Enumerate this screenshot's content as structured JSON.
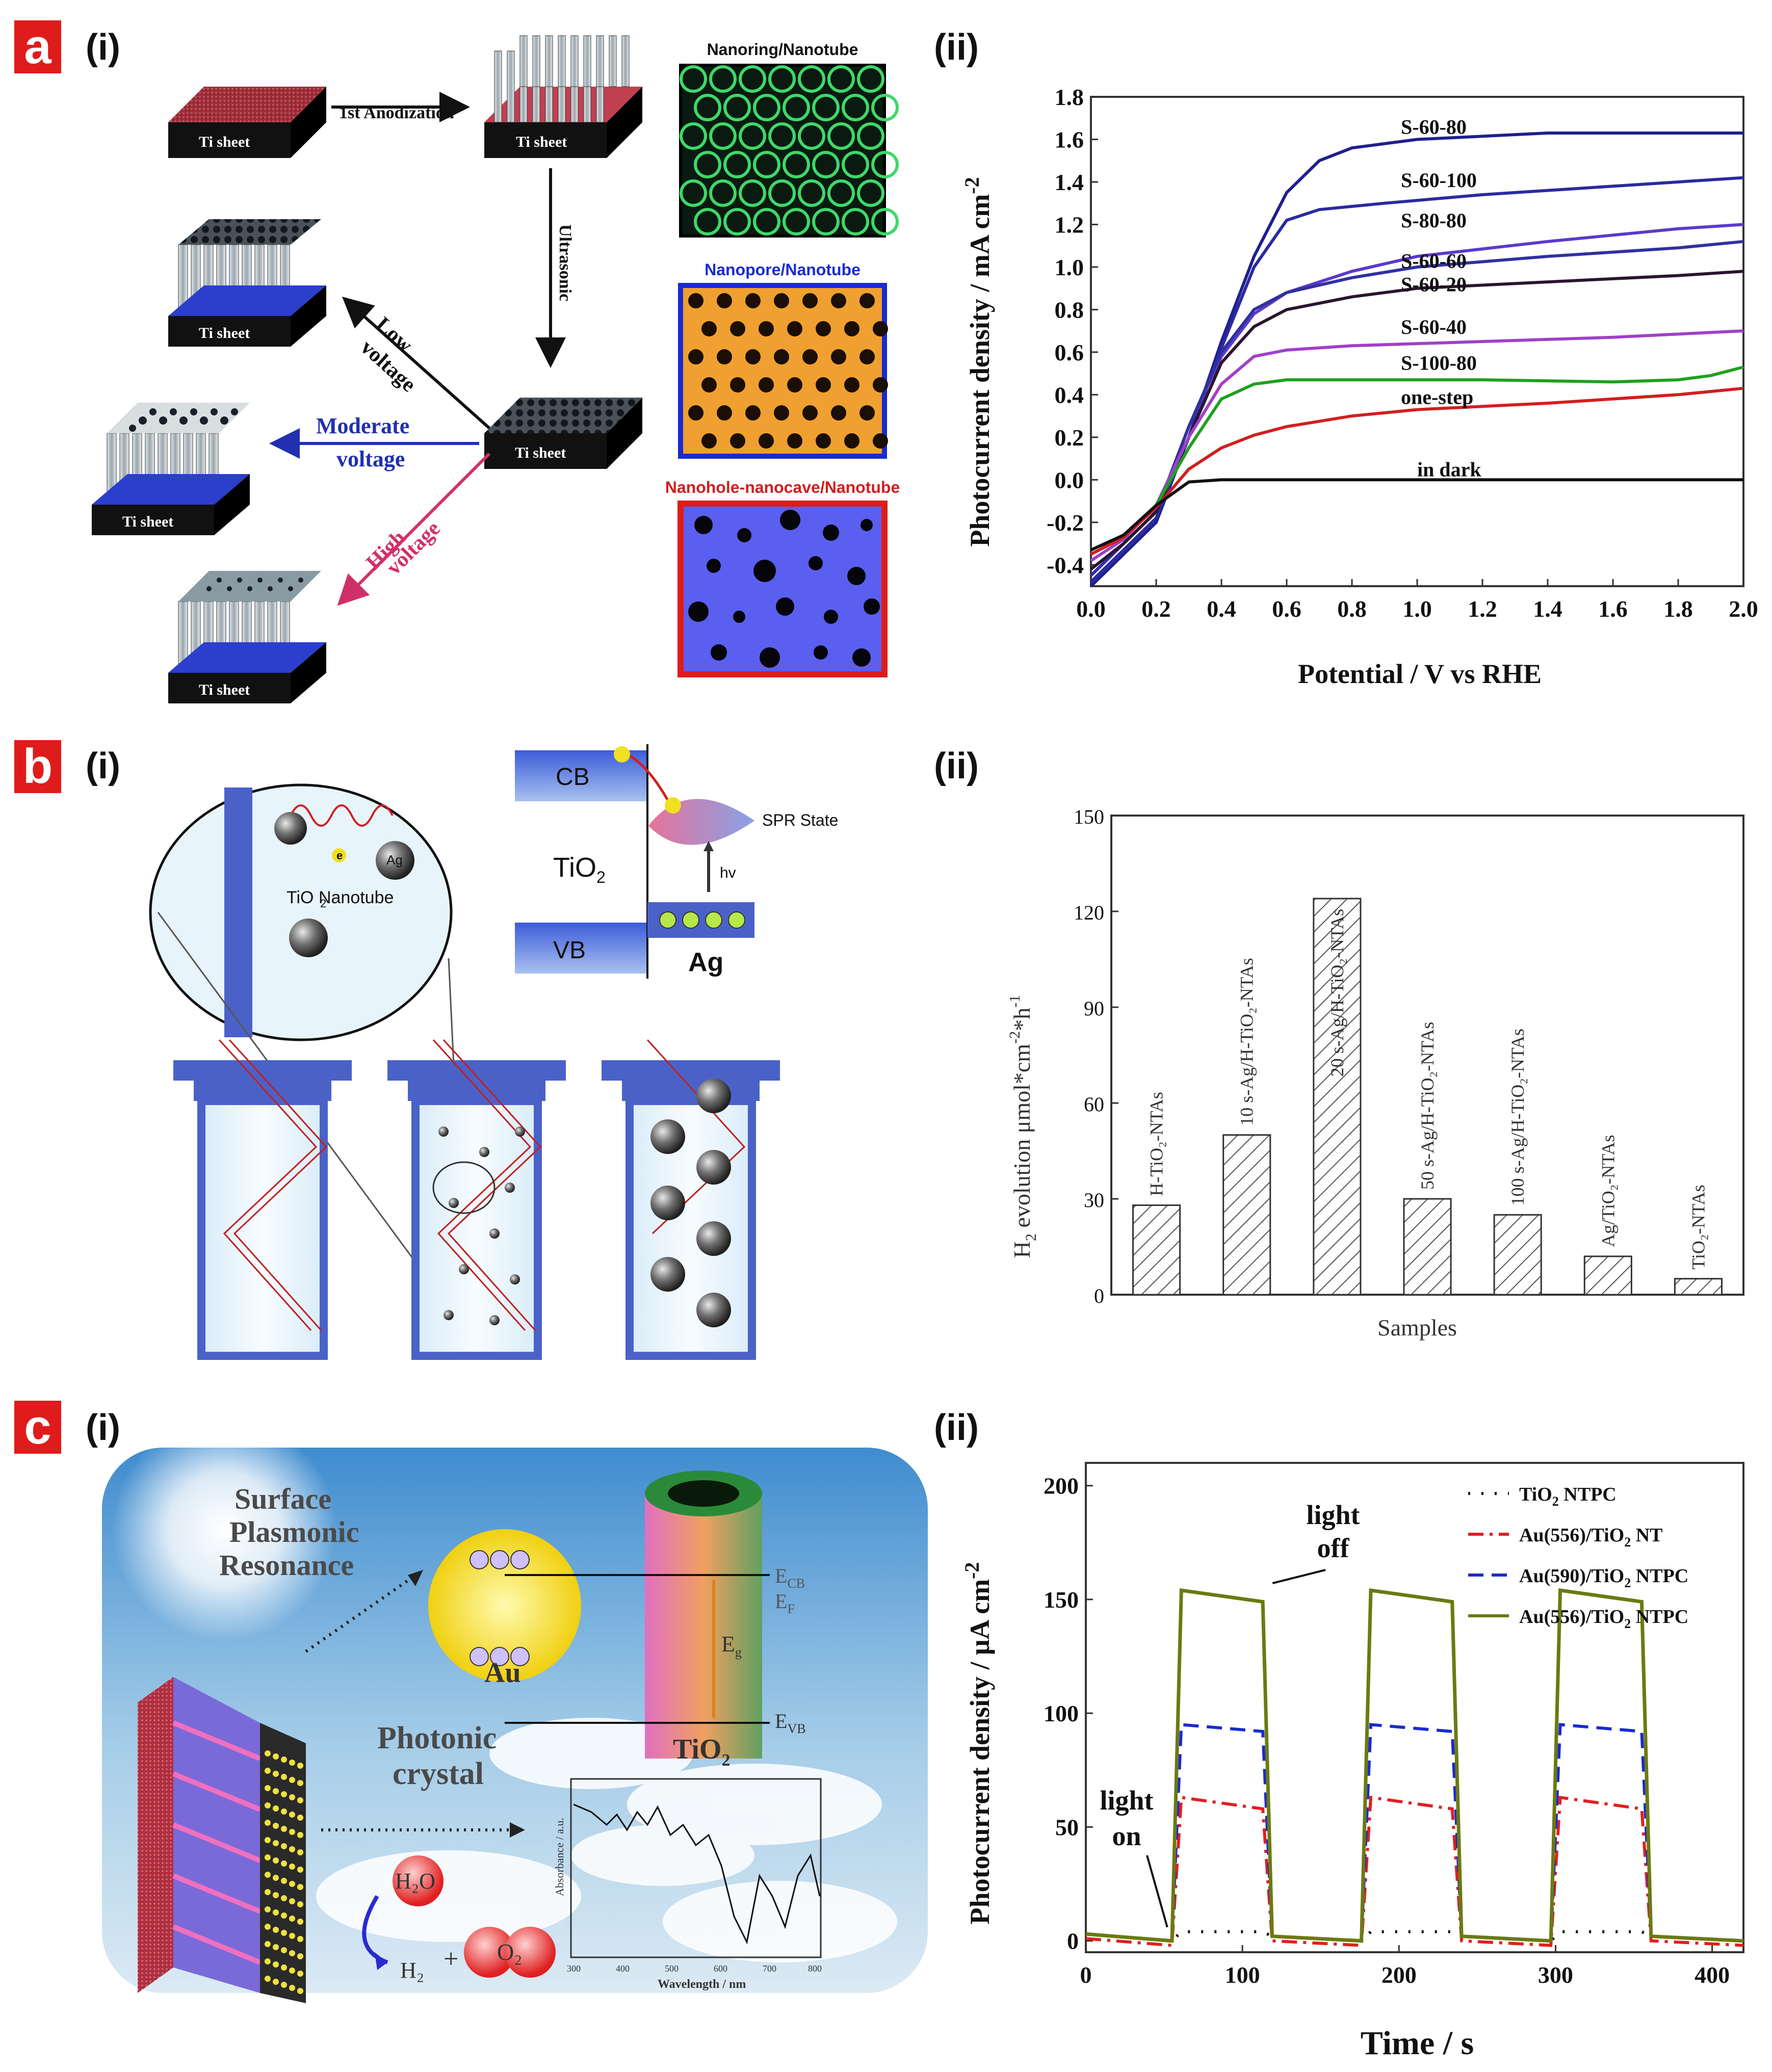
{
  "panels": {
    "a": {
      "letter": "a",
      "i": "(i)",
      "ii": "(ii)"
    },
    "b": {
      "letter": "b",
      "i": "(i)",
      "ii": "(ii)"
    },
    "c": {
      "letter": "c",
      "i": "(i)",
      "ii": "(ii)"
    }
  },
  "a_i": {
    "ti_sheet": "Ti sheet",
    "anod": "1st Anodization",
    "ultrasonic": "Ultrasonic",
    "low": "Low",
    "low2": "voltage",
    "moderate": "Moderate",
    "moderate2": "voltage",
    "high": "High",
    "high2": "voltage",
    "img1": "Nanoring/Nanotube",
    "img2": "Nanopore/Nanotube",
    "img3": "Nanohole-nanocave/Nanotube"
  },
  "b_i": {
    "cb": "CB",
    "vb": "VB",
    "tio2": "TiO",
    "tio2_sub": "2",
    "spr": "SPR State",
    "hv": "hv",
    "ag": "Ag",
    "ag_particle": "Ag",
    "nanotube": "TiO  Nanotube",
    "nanotube_sub": "2",
    "eminus": "e"
  },
  "c_i": {
    "spr1": "Surface",
    "spr2": "Plasmonic",
    "spr3": "Resonance",
    "au": "Au",
    "tio2": "TiO",
    "tio2_sub": "2",
    "ecb": "E",
    "ecb_sub": "CB",
    "ef": "E",
    "ef_sub": "F",
    "eg": "E",
    "eg_sub": "g",
    "evb": "E",
    "evb_sub": "VB",
    "pc1": "Photonic",
    "pc2": "crystal",
    "h2o": "H₂O",
    "h2": "H₂",
    "o2": "O₂",
    "plus": "+",
    "inset_ylabel": "Absorbance / a.u.",
    "inset_xlabel": "Wavelength / nm",
    "inset_ticks": [
      "300",
      "400",
      "500",
      "600",
      "700",
      "800"
    ]
  },
  "chart_data": [
    {
      "id": "a_ii",
      "type": "line",
      "xlabel": "Potential / V vs RHE",
      "ylabel": "Photocurrent density / mA cm",
      "ylabel_sup": "-2",
      "xlim": [
        0.0,
        2.0
      ],
      "ylim": [
        -0.5,
        1.8
      ],
      "xticks": [
        "0.0",
        "0.2",
        "0.4",
        "0.6",
        "0.8",
        "1.0",
        "1.2",
        "1.4",
        "1.6",
        "1.8",
        "2.0"
      ],
      "yticks": [
        "-0.4",
        "-0.2",
        "0.0",
        "0.2",
        "0.4",
        "0.6",
        "0.8",
        "1.0",
        "1.2",
        "1.4",
        "1.6",
        "1.8"
      ],
      "series": [
        {
          "name": "S-60-80",
          "color": "#1f1f8f",
          "label_x": 0.95,
          "label_y": 1.66,
          "points": [
            [
              0,
              -0.5
            ],
            [
              0.1,
              -0.35
            ],
            [
              0.2,
              -0.2
            ],
            [
              0.3,
              0.2
            ],
            [
              0.4,
              0.65
            ],
            [
              0.5,
              1.05
            ],
            [
              0.6,
              1.35
            ],
            [
              0.7,
              1.5
            ],
            [
              0.8,
              1.56
            ],
            [
              1.0,
              1.6
            ],
            [
              1.4,
              1.63
            ],
            [
              1.8,
              1.63
            ],
            [
              2.0,
              1.63
            ]
          ]
        },
        {
          "name": "S-60-100",
          "color": "#2a2aa0",
          "label_x": 0.95,
          "label_y": 1.41,
          "points": [
            [
              0,
              -0.48
            ],
            [
              0.1,
              -0.33
            ],
            [
              0.2,
              -0.18
            ],
            [
              0.3,
              0.2
            ],
            [
              0.4,
              0.62
            ],
            [
              0.5,
              1.0
            ],
            [
              0.6,
              1.22
            ],
            [
              0.7,
              1.27
            ],
            [
              0.9,
              1.3
            ],
            [
              1.2,
              1.34
            ],
            [
              1.6,
              1.38
            ],
            [
              2.0,
              1.42
            ]
          ]
        },
        {
          "name": "S-80-80",
          "color": "#5a3acb",
          "label_x": 0.95,
          "label_y": 1.22,
          "points": [
            [
              0,
              -0.45
            ],
            [
              0.1,
              -0.3
            ],
            [
              0.2,
              -0.15
            ],
            [
              0.3,
              0.25
            ],
            [
              0.4,
              0.58
            ],
            [
              0.5,
              0.78
            ],
            [
              0.6,
              0.88
            ],
            [
              0.8,
              0.98
            ],
            [
              1.0,
              1.05
            ],
            [
              1.4,
              1.12
            ],
            [
              1.8,
              1.18
            ],
            [
              2.0,
              1.2
            ]
          ]
        },
        {
          "name": "S-60-60",
          "color": "#3030a0",
          "label_x": 0.95,
          "label_y": 1.03,
          "points": [
            [
              0,
              -0.45
            ],
            [
              0.1,
              -0.3
            ],
            [
              0.2,
              -0.15
            ],
            [
              0.3,
              0.25
            ],
            [
              0.4,
              0.6
            ],
            [
              0.5,
              0.8
            ],
            [
              0.6,
              0.88
            ],
            [
              0.8,
              0.95
            ],
            [
              1.0,
              1.0
            ],
            [
              1.4,
              1.05
            ],
            [
              1.8,
              1.09
            ],
            [
              2.0,
              1.12
            ]
          ]
        },
        {
          "name": "S-60-20",
          "color": "#2a1530",
          "label_x": 0.95,
          "label_y": 0.92,
          "points": [
            [
              0,
              -0.42
            ],
            [
              0.1,
              -0.3
            ],
            [
              0.2,
              -0.15
            ],
            [
              0.3,
              0.2
            ],
            [
              0.4,
              0.55
            ],
            [
              0.5,
              0.72
            ],
            [
              0.6,
              0.8
            ],
            [
              0.8,
              0.86
            ],
            [
              1.0,
              0.9
            ],
            [
              1.4,
              0.93
            ],
            [
              1.8,
              0.96
            ],
            [
              2.0,
              0.98
            ]
          ]
        },
        {
          "name": "S-60-40",
          "color": "#a040c8",
          "label_x": 0.95,
          "label_y": 0.72,
          "points": [
            [
              0,
              -0.38
            ],
            [
              0.1,
              -0.28
            ],
            [
              0.2,
              -0.12
            ],
            [
              0.3,
              0.2
            ],
            [
              0.4,
              0.45
            ],
            [
              0.5,
              0.58
            ],
            [
              0.6,
              0.61
            ],
            [
              0.8,
              0.63
            ],
            [
              1.2,
              0.65
            ],
            [
              1.6,
              0.67
            ],
            [
              2.0,
              0.7
            ]
          ]
        },
        {
          "name": "S-100-80",
          "color": "#1fa01f",
          "label_x": 0.95,
          "label_y": 0.55,
          "points": [
            [
              0,
              -0.35
            ],
            [
              0.1,
              -0.27
            ],
            [
              0.2,
              -0.12
            ],
            [
              0.3,
              0.15
            ],
            [
              0.4,
              0.38
            ],
            [
              0.5,
              0.45
            ],
            [
              0.6,
              0.47
            ],
            [
              0.8,
              0.47
            ],
            [
              1.2,
              0.47
            ],
            [
              1.6,
              0.46
            ],
            [
              1.8,
              0.47
            ],
            [
              1.9,
              0.49
            ],
            [
              2.0,
              0.53
            ]
          ]
        },
        {
          "name": "one-step",
          "color": "#d11f1f",
          "label_x": 0.95,
          "label_y": 0.39,
          "points": [
            [
              0,
              -0.35
            ],
            [
              0.1,
              -0.27
            ],
            [
              0.2,
              -0.13
            ],
            [
              0.3,
              0.05
            ],
            [
              0.4,
              0.15
            ],
            [
              0.5,
              0.21
            ],
            [
              0.6,
              0.25
            ],
            [
              0.8,
              0.3
            ],
            [
              1.0,
              0.33
            ],
            [
              1.4,
              0.36
            ],
            [
              1.8,
              0.4
            ],
            [
              2.0,
              0.43
            ]
          ]
        },
        {
          "name": "in dark",
          "color": "#111111",
          "label_x": 1.0,
          "label_y": 0.05,
          "points": [
            [
              0,
              -0.33
            ],
            [
              0.1,
              -0.26
            ],
            [
              0.2,
              -0.12
            ],
            [
              0.3,
              -0.01
            ],
            [
              0.4,
              0.0
            ],
            [
              1.0,
              0.0
            ],
            [
              2.0,
              0.0
            ]
          ]
        }
      ]
    },
    {
      "id": "b_ii",
      "type": "bar",
      "xlabel": "Samples",
      "ylabel": "H",
      "ylabel_rest": " evolution μmol*cm",
      "ylabel_sup": "-2",
      "ylabel_tail": "*h",
      "ylabel_sup2": "-1",
      "ylim": [
        0,
        150
      ],
      "yticks": [
        "0",
        "30",
        "60",
        "90",
        "120",
        "150"
      ],
      "categories": [
        "H-TiO₂-NTAs",
        "10 s-Ag/H-TiO₂-NTAs",
        "20 s-Ag/H-TiO₂-NTAs",
        "50 s-Ag/H-TiO₂-NTAs",
        "100 s-Ag/H-TiO₂-NTAs",
        "Ag/TiO₂-NTAs",
        "TiO₂-NTAs"
      ],
      "values": [
        28,
        50,
        124,
        30,
        25,
        12,
        5
      ]
    },
    {
      "id": "c_ii",
      "type": "line",
      "xlabel": "Time / s",
      "ylabel": "Photocurrent density / μA cm",
      "ylabel_sup": "-2",
      "xlim": [
        0,
        420
      ],
      "ylim": [
        -5,
        210
      ],
      "xticks": [
        "0",
        "100",
        "200",
        "300",
        "400"
      ],
      "yticks": [
        "0",
        "50",
        "100",
        "150",
        "200"
      ],
      "legend_position": "top-right",
      "annotations": {
        "off1": "light",
        "off2": "off",
        "on1": "light",
        "on2": "on"
      },
      "series": [
        {
          "name": "TiO",
          "sub": "2",
          "tail": " NTPC",
          "color": "#111111",
          "dash": "dot",
          "on": 4,
          "off": 0,
          "decay": 0
        },
        {
          "name": "Au(556)/TiO",
          "sub": "2",
          "tail": " NT",
          "color": "#e02020",
          "dash": "dashdot",
          "on": 63,
          "off": -2,
          "decay": 5
        },
        {
          "name": "Au(590)/TiO",
          "sub": "2",
          "tail": " NTPC",
          "color": "#1a2ad0",
          "dash": "dash",
          "on": 95,
          "off": 0,
          "decay": 3
        },
        {
          "name": "Au(556)/TiO",
          "sub": "2",
          "tail": " NTPC",
          "color": "#6b7a10",
          "dash": "solid",
          "on": 154,
          "off": 0,
          "decay": 5
        }
      ],
      "cycles": [
        [
          55,
          115
        ],
        [
          176,
          236
        ],
        [
          297,
          357
        ]
      ]
    }
  ]
}
